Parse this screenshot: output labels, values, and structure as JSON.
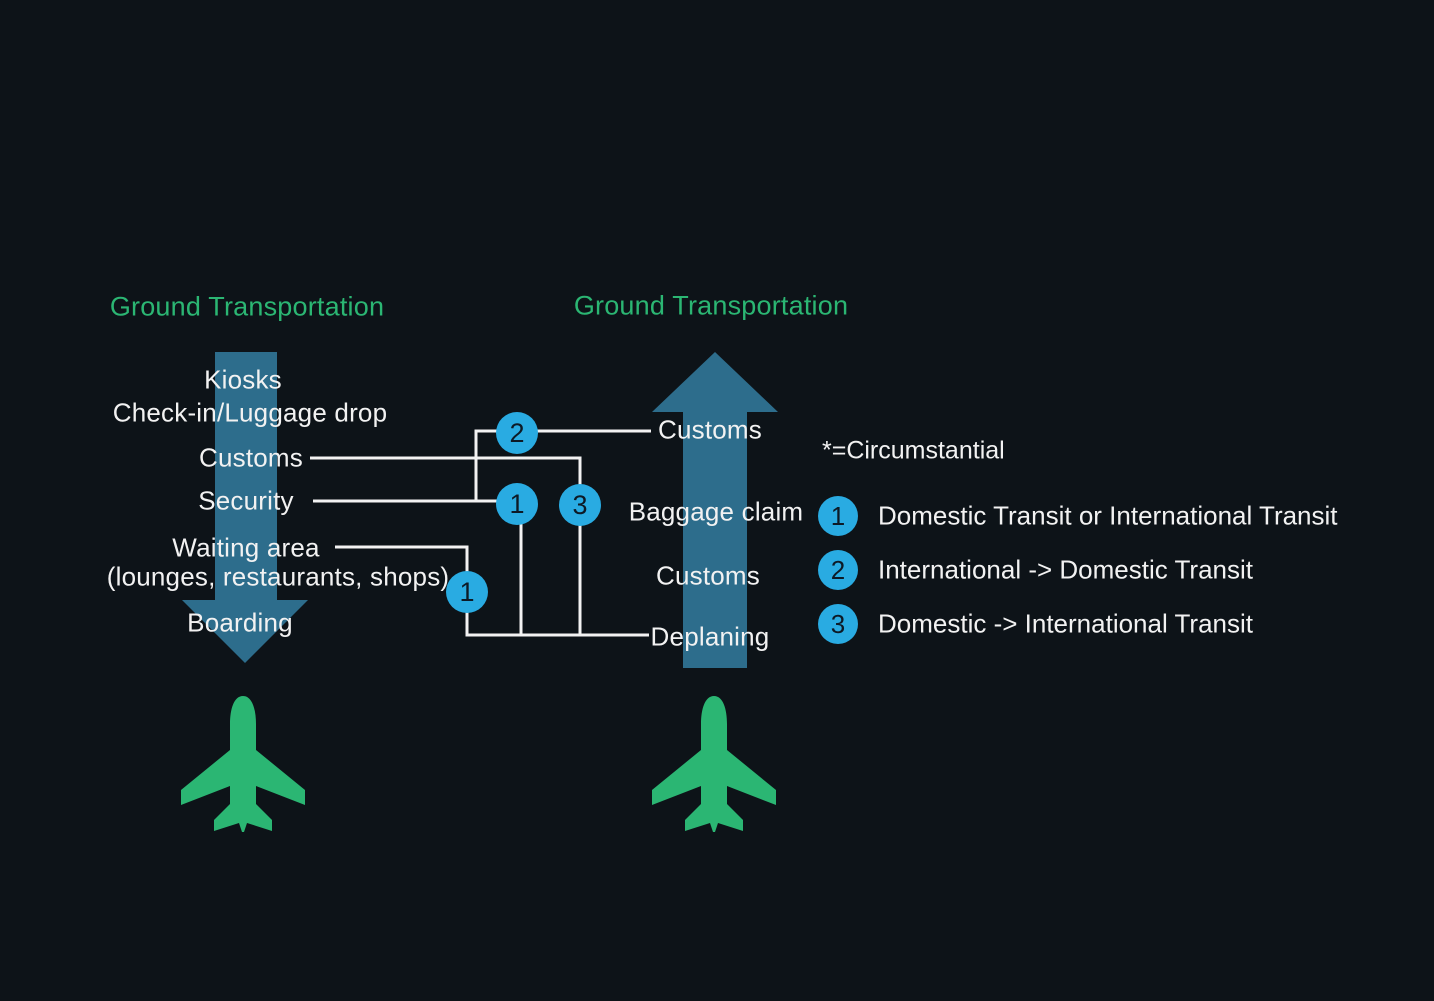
{
  "diagram": {
    "note": "*=Circumstantial",
    "departures": {
      "title": "Ground Transportation",
      "stops": [
        "Kiosks",
        "Check-in/Luggage drop",
        "Customs",
        "Security",
        "Waiting area",
        "(lounges, restaurants, shops)",
        "Boarding"
      ]
    },
    "arrivals": {
      "title": "Ground Transportation",
      "stops": [
        "Customs",
        "Baggage claim",
        "Customs",
        "Deplaning"
      ]
    },
    "route_markers": [
      "2",
      "1",
      "3",
      "1"
    ],
    "legend": [
      {
        "number": "1",
        "label": "Domestic Transit or International Transit"
      },
      {
        "number": "2",
        "label": "International -> Domestic Transit"
      },
      {
        "number": "3",
        "label": "Domestic -> International Transit"
      }
    ],
    "icons": {
      "departure_arrow": "down-arrow-icon",
      "arrival_arrow": "up-arrow-icon",
      "left_plane": "airplane-icon",
      "right_plane": "airplane-icon"
    },
    "colors": {
      "background": "#0d1318",
      "arrow_steel_blue": "#2d6d8c",
      "marker_blue": "#29abe2",
      "accent_green": "#2bb673",
      "line_white": "#f2f2f2",
      "marker_text": "#0d1a26"
    }
  }
}
